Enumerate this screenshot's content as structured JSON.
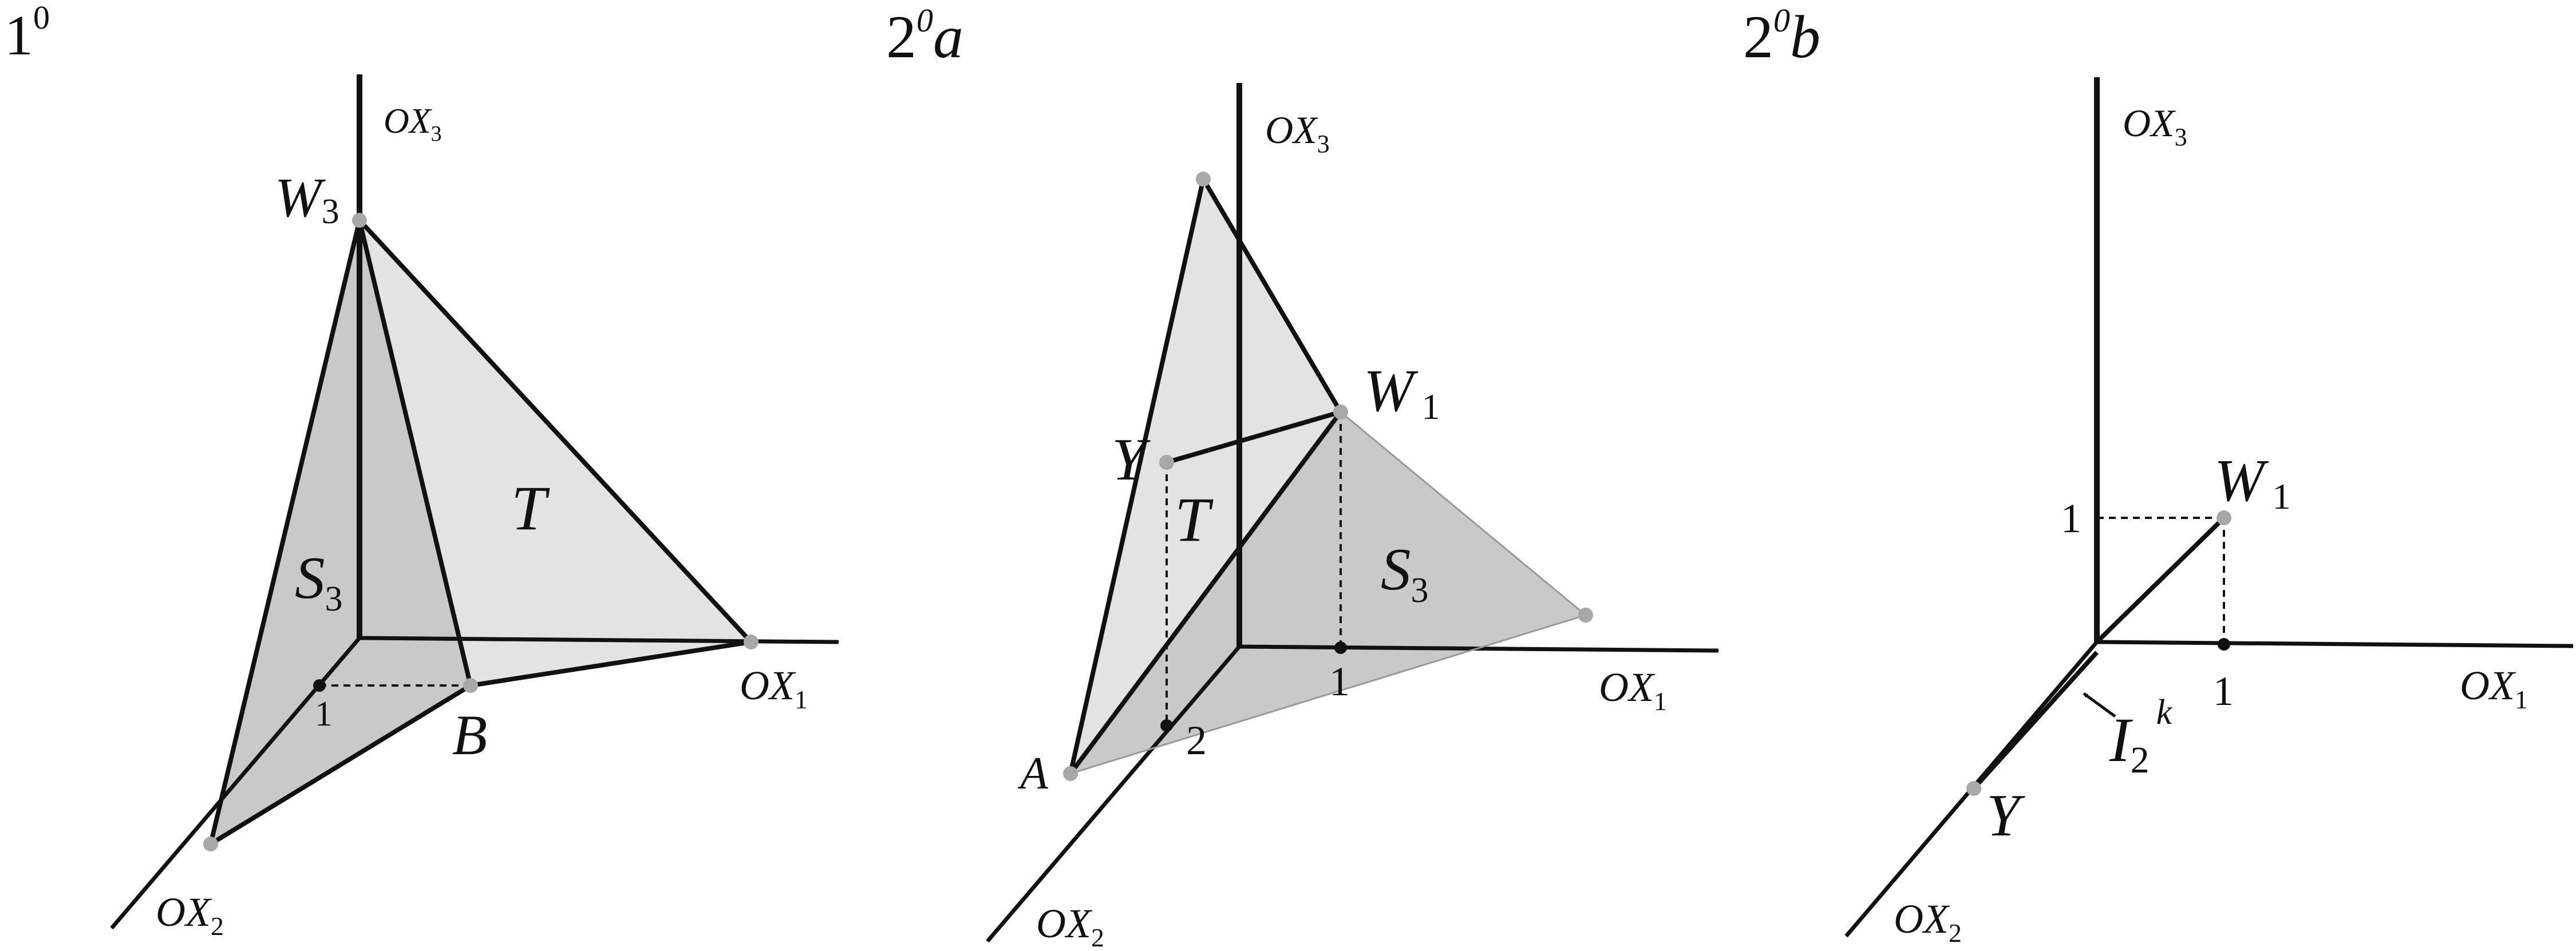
{
  "panel1": {
    "title": "1",
    "title_sup": "0",
    "axis_x3": "OX",
    "axis_x3_sub": "3",
    "axis_x1": "OX",
    "axis_x1_sub": "1",
    "axis_x2": "OX",
    "axis_x2_sub": "2",
    "point_w3": "W",
    "point_w3_sub": "3",
    "label_t": "T",
    "label_s3": "S",
    "label_s3_sub": "3",
    "point_b": "B",
    "tick_1": "1"
  },
  "panel2a": {
    "title": "2",
    "title_sup": "0",
    "title_suffix": "a",
    "axis_x3": "OX",
    "axis_x3_sub": "3",
    "axis_x1": "OX",
    "axis_x1_sub": "1",
    "axis_x2": "OX",
    "axis_x2_sub": "2",
    "point_w1": "W",
    "point_w1_sub": "1",
    "point_y": "Y",
    "label_t": "T",
    "label_s3": "S",
    "label_s3_sub": "3",
    "point_a": "A",
    "tick_1": "1",
    "tick_2": "2"
  },
  "panel2b": {
    "title": "2",
    "title_sup": "0",
    "title_suffix": "b",
    "axis_x3": "OX",
    "axis_x3_sub": "3",
    "axis_x1": "OX",
    "axis_x1_sub": "1",
    "axis_x2": "OX",
    "axis_x2_sub": "2",
    "point_w1": "W",
    "point_w1_sub": "1",
    "point_y": "Y",
    "label_i": "I",
    "label_i_sub": "2",
    "label_i_sup": "k",
    "tick_x1_1": "1",
    "tick_x3_1": "1"
  },
  "colors": {
    "ink": "#111111",
    "face_light": "#e3e3e3",
    "face_dark": "#c9c9c9",
    "point": "#a8a8a8"
  }
}
